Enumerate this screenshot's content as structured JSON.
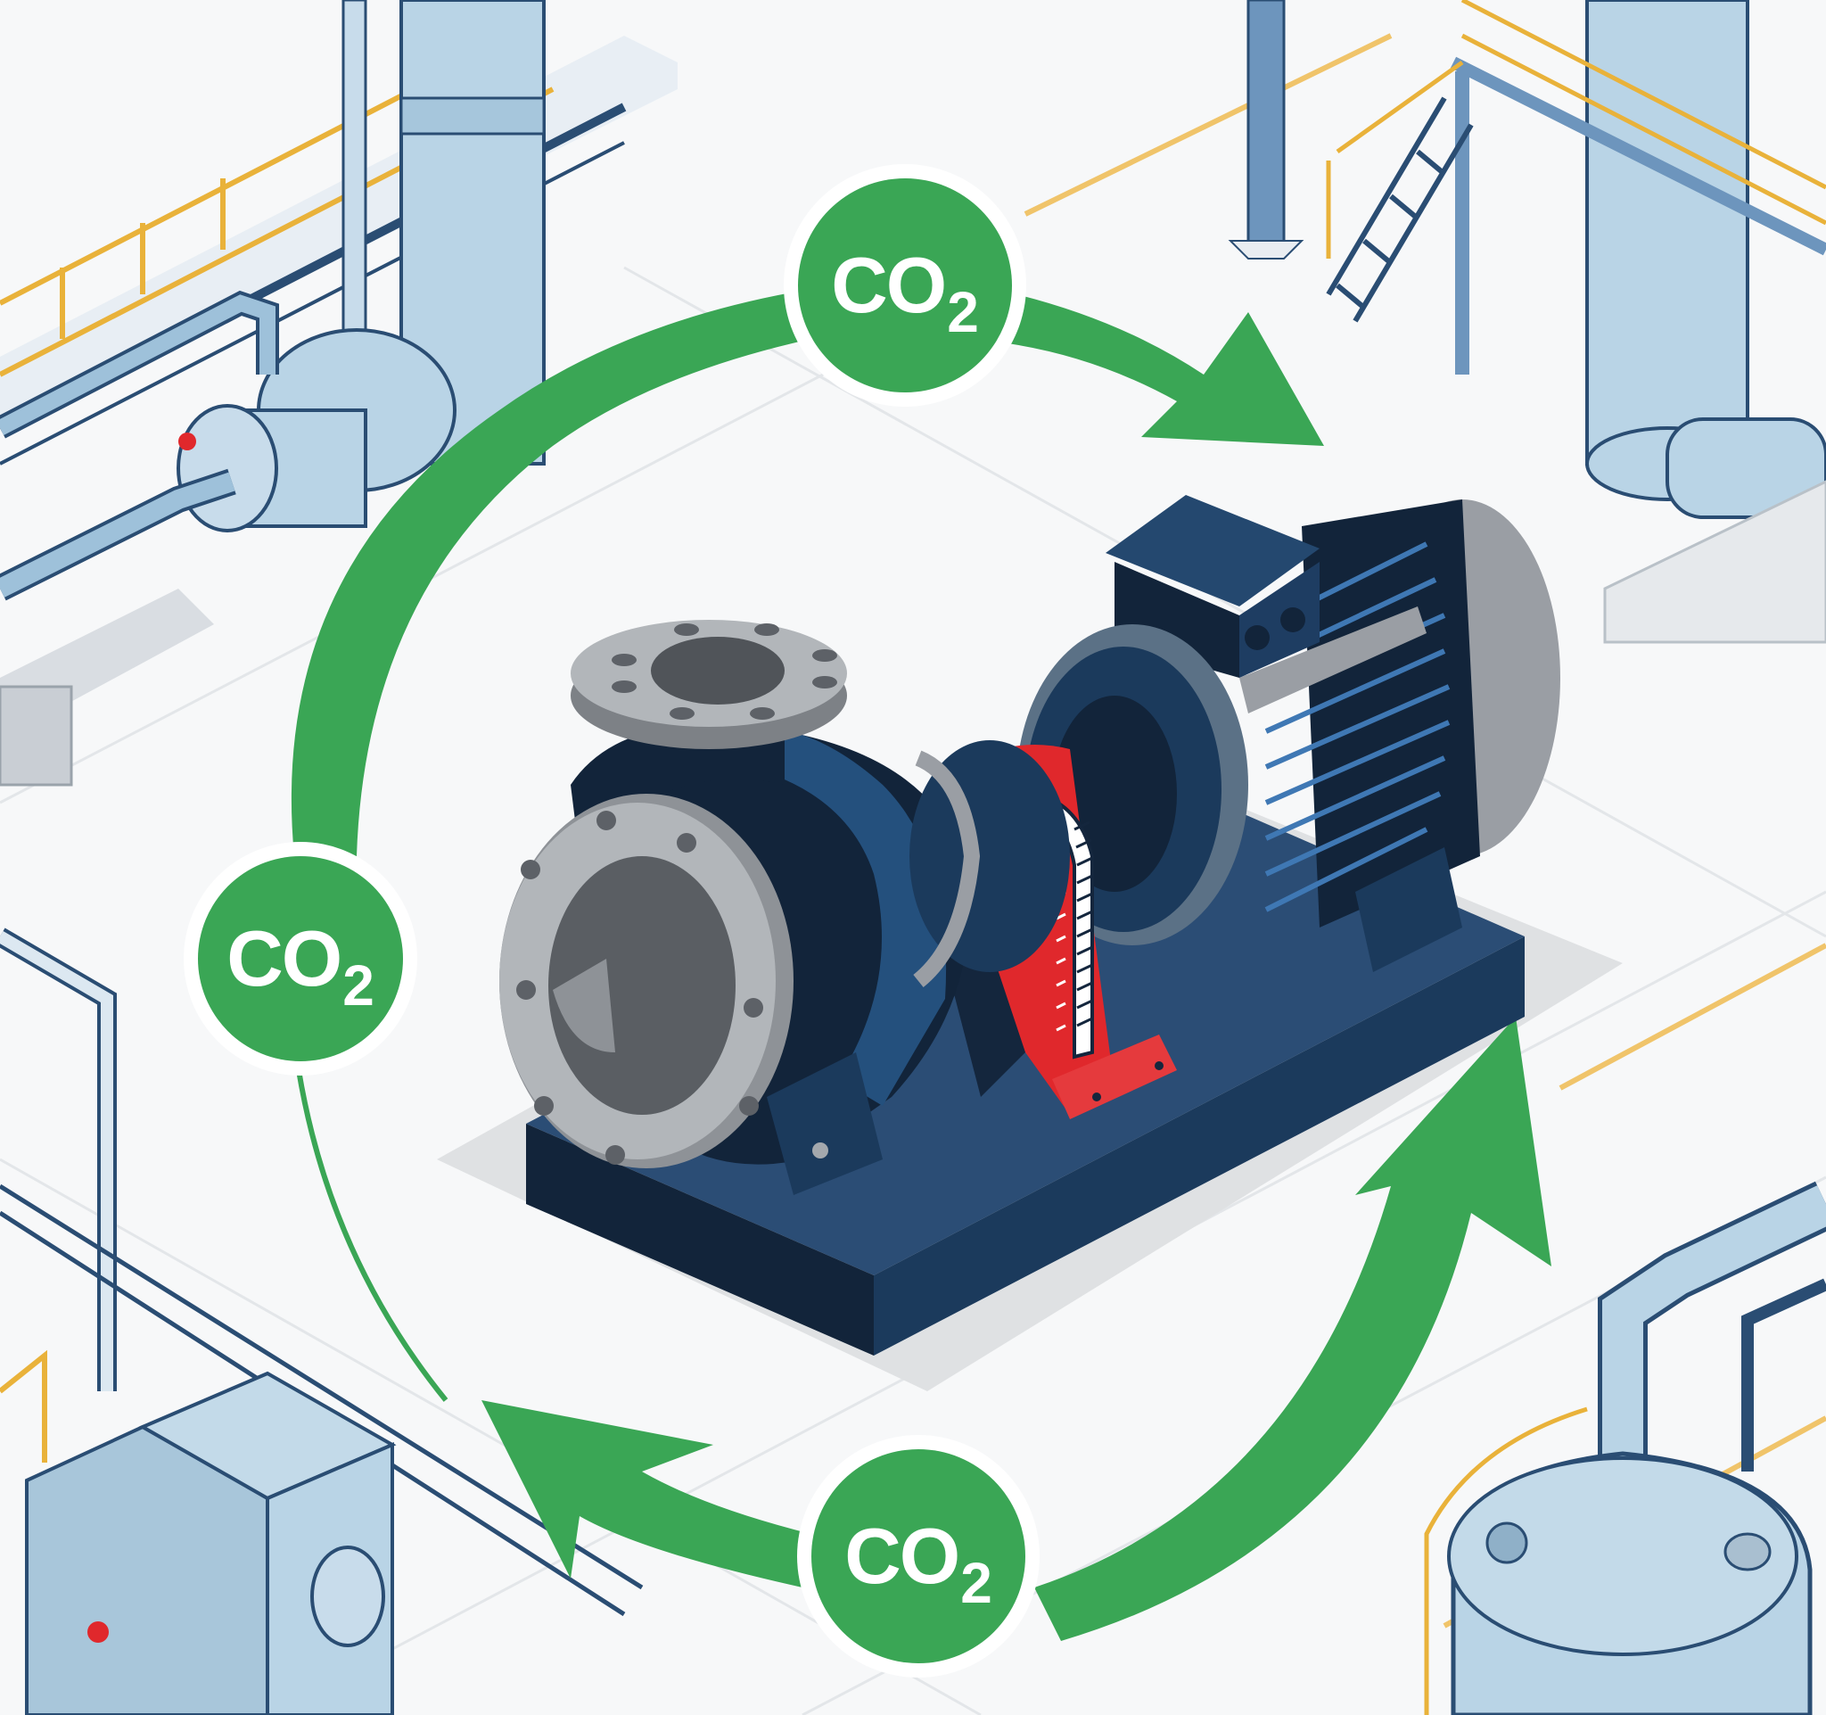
{
  "illustration": {
    "subject": "Centrifugal pump with electric motor on base skid",
    "colors": {
      "background": "#f7f8f9",
      "cycle_green": "#3aa655",
      "pump_navy": "#1b3a5c",
      "pump_dark": "#0f2338",
      "flange_grey": "#a9adb2",
      "coupling_guard_red": "#e0282c",
      "gauge_white": "#ffffff",
      "equipment_lightblue": "#b9d4e6",
      "railing_yellow": "#e9b23a",
      "outline_blue": "#2a4d73"
    },
    "cycle_badges": [
      {
        "id": "top",
        "formula": "CO",
        "subscript": "2"
      },
      {
        "id": "left",
        "formula": "CO",
        "subscript": "2"
      },
      {
        "id": "bottom",
        "formula": "CO",
        "subscript": "2"
      }
    ],
    "cycle_arrows": [
      {
        "id": "top-right",
        "direction": "clockwise"
      },
      {
        "id": "bottom-right",
        "direction": "up"
      },
      {
        "id": "bottom-left",
        "direction": "left"
      }
    ],
    "gauge": {
      "ticks": 12
    }
  }
}
